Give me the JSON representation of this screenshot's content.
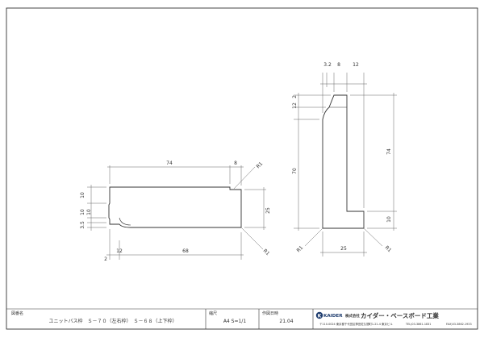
{
  "drawing_a": {
    "dims": {
      "top_width": "74",
      "top_right": "8",
      "height": "25",
      "bottom_left": "12",
      "bottom_width": "68",
      "bottom_small": "2",
      "left_upper": "10",
      "left_mid1": "10",
      "left_mid2": "10",
      "left_small": "3.5",
      "radius_top": "R1",
      "radius_bottom": "R1"
    }
  },
  "drawing_b": {
    "dims": {
      "top_a": "3.2",
      "top_b": "8",
      "top_c": "12",
      "left_small": "2",
      "left_upper": "12",
      "left_total": "70",
      "right_tall": "74",
      "right_small": "10",
      "bottom_width": "25",
      "radius_left": "R1",
      "radius_right": "R1"
    }
  },
  "title_block": {
    "name_label": "図番名",
    "name_value": "ユニットバス枠　Ｓ－７０（左右枠）　Ｓ－６８（上下枠）",
    "scale_label": "縮尺",
    "scale_value": "A4 S=1/1",
    "date_label": "作図日時",
    "date_value": "21.04",
    "logo_brand": "KAIDER",
    "logo_kk": "株式会社",
    "company": "カイダー・ベースボード工業",
    "address": "〒110-0024 東京都千代田区神田佐久間町1-21-4 東京ビル",
    "tel": "TEL)03-3861-1831",
    "fax": "FAX)03-3862-1933"
  },
  "colors": {
    "line": "#333333",
    "thin": "#555555",
    "logo": "#1e3c6e"
  }
}
